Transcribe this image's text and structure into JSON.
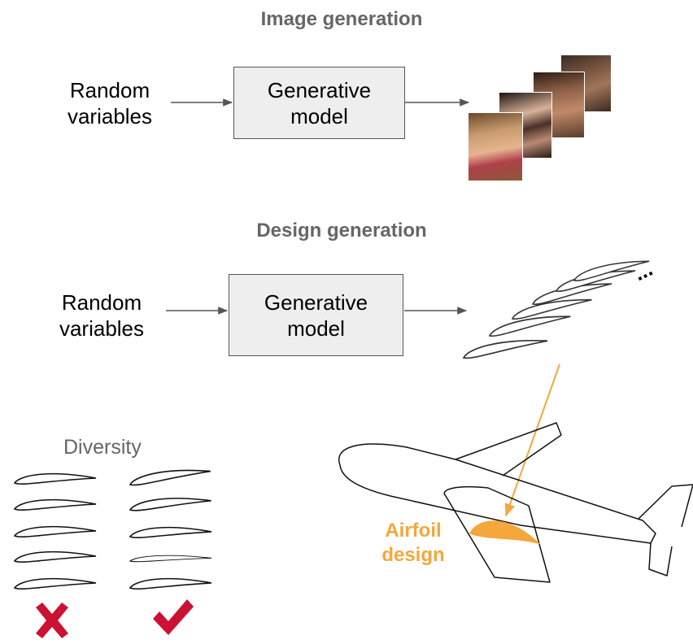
{
  "image_section": {
    "title": "Image generation",
    "input_label_line1": "Random",
    "input_label_line2": "variables",
    "box_line1": "Generative",
    "box_line2": "model"
  },
  "design_section": {
    "title": "Design generation",
    "input_label_line1": "Random",
    "input_label_line2": "variables",
    "box_line1": "Generative",
    "box_line2": "model",
    "ellipsis": "..."
  },
  "diversity": {
    "title": "Diversity",
    "bad_mark": "cross-icon",
    "good_mark": "check-icon"
  },
  "airplane": {
    "highlight_line1": "Airfoil",
    "highlight_line2": "design"
  },
  "colors": {
    "accent_orange": "#f4a73c",
    "cross_red": "#cc1133",
    "check_red": "#cc1133",
    "box_fill": "#eeeeee",
    "title_gray": "#666666"
  }
}
